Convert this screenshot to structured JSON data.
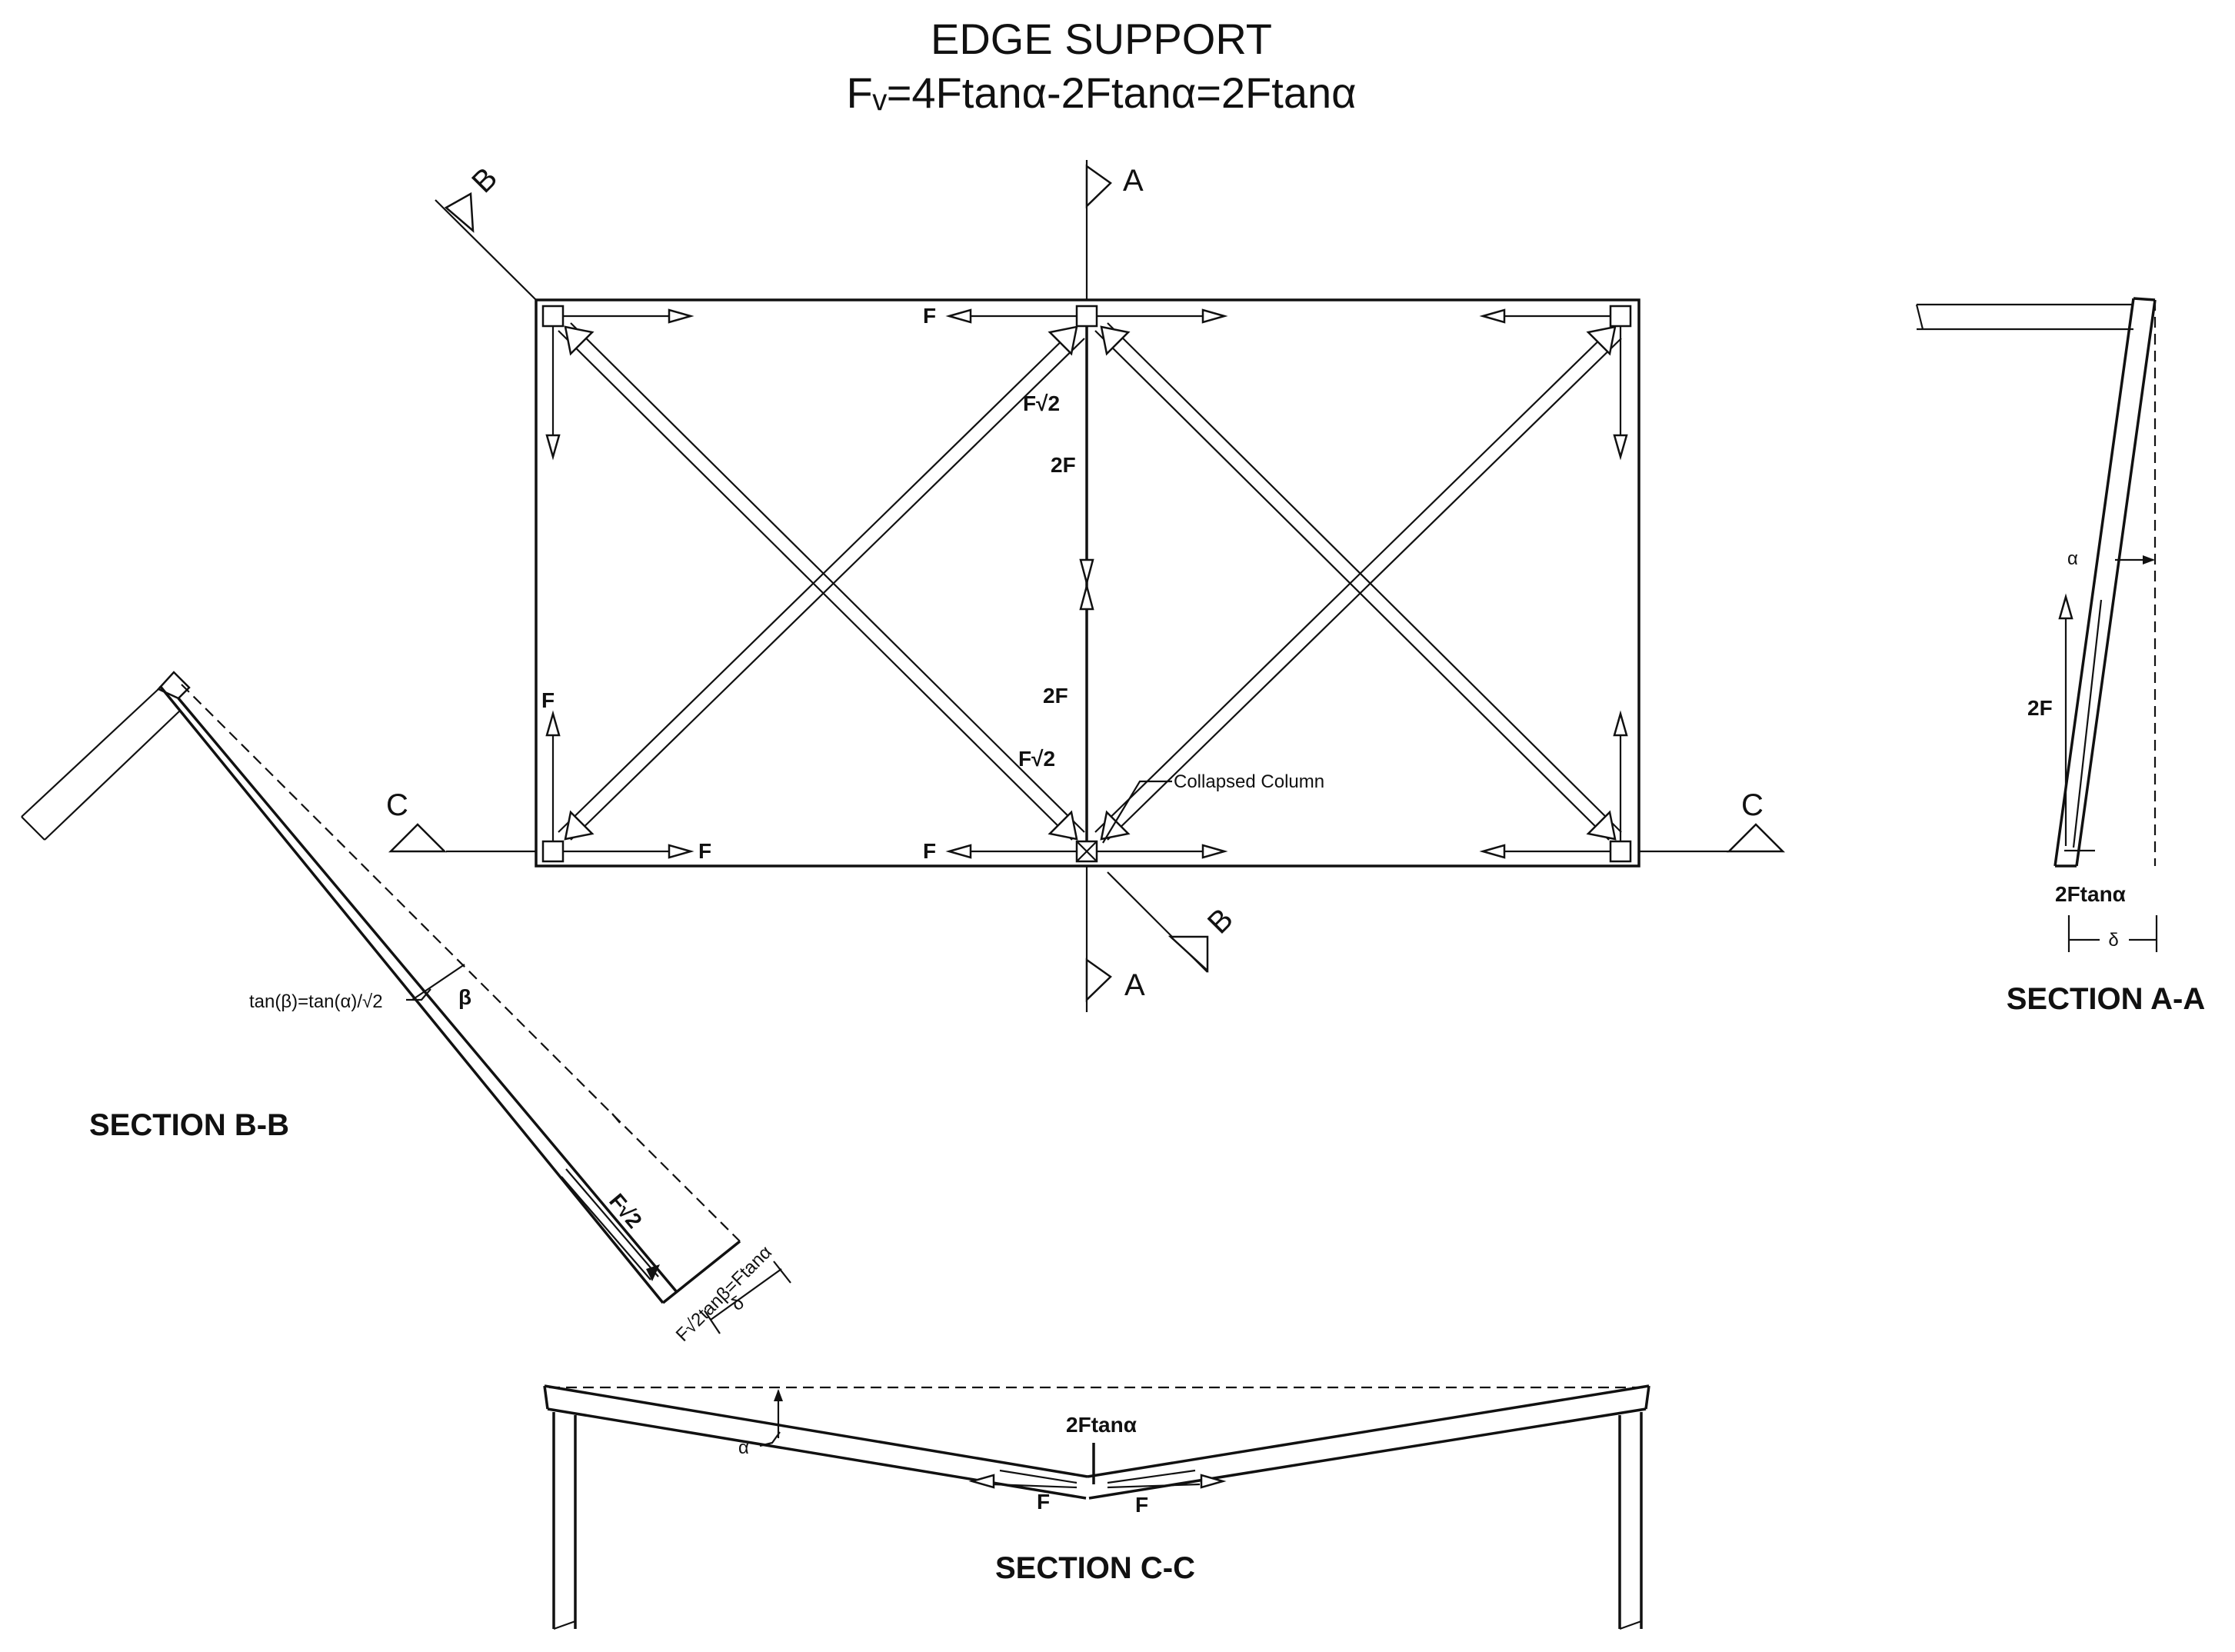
{
  "title": "EDGE SUPPORT",
  "formula": "Fᵥ=4Ftanα-2Ftanα=2Ftanα",
  "plan": {
    "force_label": "F",
    "diag_label": "F√2",
    "vert_label": "2F",
    "collapsed_note": "Collapsed Column",
    "cut_A": "A",
    "cut_B": "B",
    "cut_C": "C"
  },
  "section_aa": {
    "title": "SECTION A-A",
    "alpha": "α",
    "force": "2F",
    "result": "2Ftanα",
    "delta": "δ"
  },
  "section_bb": {
    "title": "SECTION B-B",
    "relation": "tan(β)=tan(α)/√2",
    "beta": "β",
    "force": "F√2",
    "result": "F√2tanβ=Ftanα",
    "delta": "δ"
  },
  "section_cc": {
    "title": "SECTION C-C",
    "alpha": "α",
    "result": "2Ftanα",
    "force_left": "F",
    "force_right": "F"
  },
  "colors": {
    "ink": "#111111",
    "background": "#ffffff"
  }
}
